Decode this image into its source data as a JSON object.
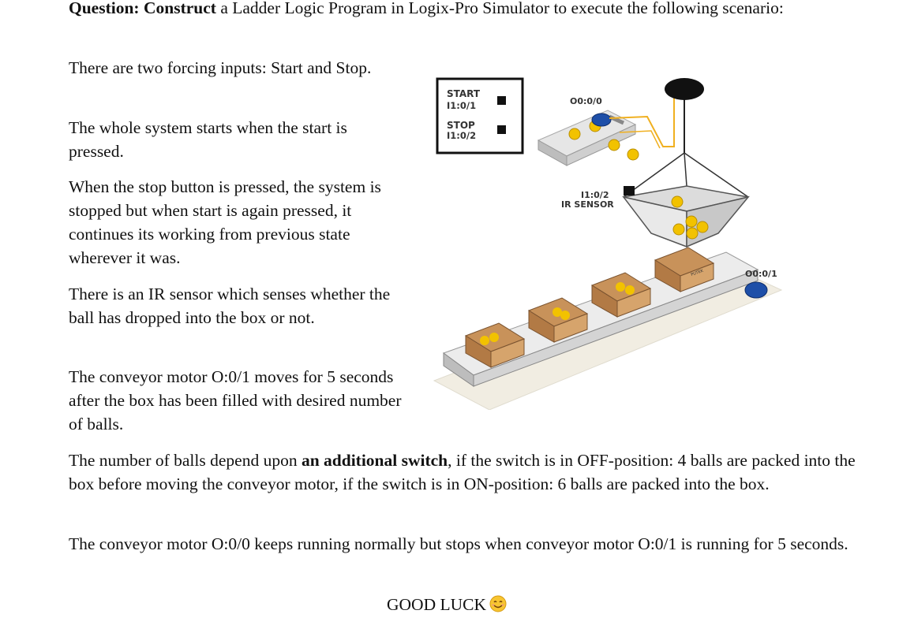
{
  "question": {
    "label": "Question:",
    "verb": "Construct",
    "rest": " a Ladder Logic Program in Logix-Pro Simulator to execute the following scenario:"
  },
  "paragraphs": {
    "p1": "There are two forcing inputs: Start and Stop.",
    "p2": "The whole system starts when the start is pressed.",
    "p3": "When the stop button is pressed, the system is stopped but when start is again pressed, it continues its working from previous state wherever it was.",
    "p4": "There is an IR sensor which senses whether the ball has dropped into the box or not.",
    "p5": "The conveyor motor O:0/1 moves for 5 seconds after the box has been filled with desired number of balls.",
    "p6_before": "The number of balls depend upon ",
    "p6_bold": "an additional switch",
    "p6_after": ", if the switch is in OFF-position: 4 balls are packed into the box before moving the conveyor motor, if the switch is in ON-position: 6 balls are packed into the box.",
    "p7": "The conveyor motor O:0/0 keeps running normally but stops when conveyor motor O:0/1 is running for 5 seconds."
  },
  "closing": "GOOD LUCK",
  "figure": {
    "start_label": "START",
    "start_addr": "I1:0/1",
    "stop_label": "STOP",
    "stop_addr": "I1:0/2",
    "motor_top": "O0:0/0",
    "sensor_addr": "I1:0/2",
    "sensor_label": "IR SENSOR",
    "motor_bottom": "O0:0/1",
    "box_brand": "PUTEK"
  }
}
